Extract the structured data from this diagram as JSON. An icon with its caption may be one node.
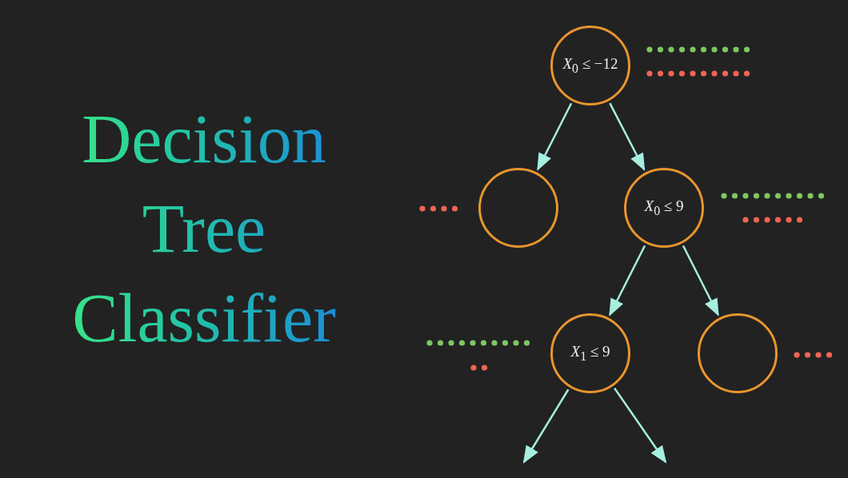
{
  "diagram": {
    "title": "Decision Tree Classifier",
    "nodes": [
      {
        "text": [
          "*X*$_{0}$ ≤ −12"
        ]
      },
      {
        "text": [],
        "shape": "circle"
      },
      {
        "text": [
          "*X*$_{0}$ ≤ 9"
        ]
      },
      {
        "text": [
          "*X*$_{1}$ ≤ 9"
        ]
      },
      {
        "text": [],
        "shape": "circle"
      }
    ],
    "edges": [
      {
        "from": 0,
        "to": 1,
        "arrow": "to"
      },
      {
        "from": 0,
        "to": 2,
        "arrow": "to"
      },
      {
        "from": 2,
        "to": 3,
        "arrow": "to"
      },
      {
        "from": 2,
        "to": 4,
        "arrow": "to"
      },
      {
        "from": 3,
        "to": null,
        "arrow": "to"
      },
      {
        "from": 3,
        "to": null,
        "arrow": "to"
      }
    ]
  }
}
